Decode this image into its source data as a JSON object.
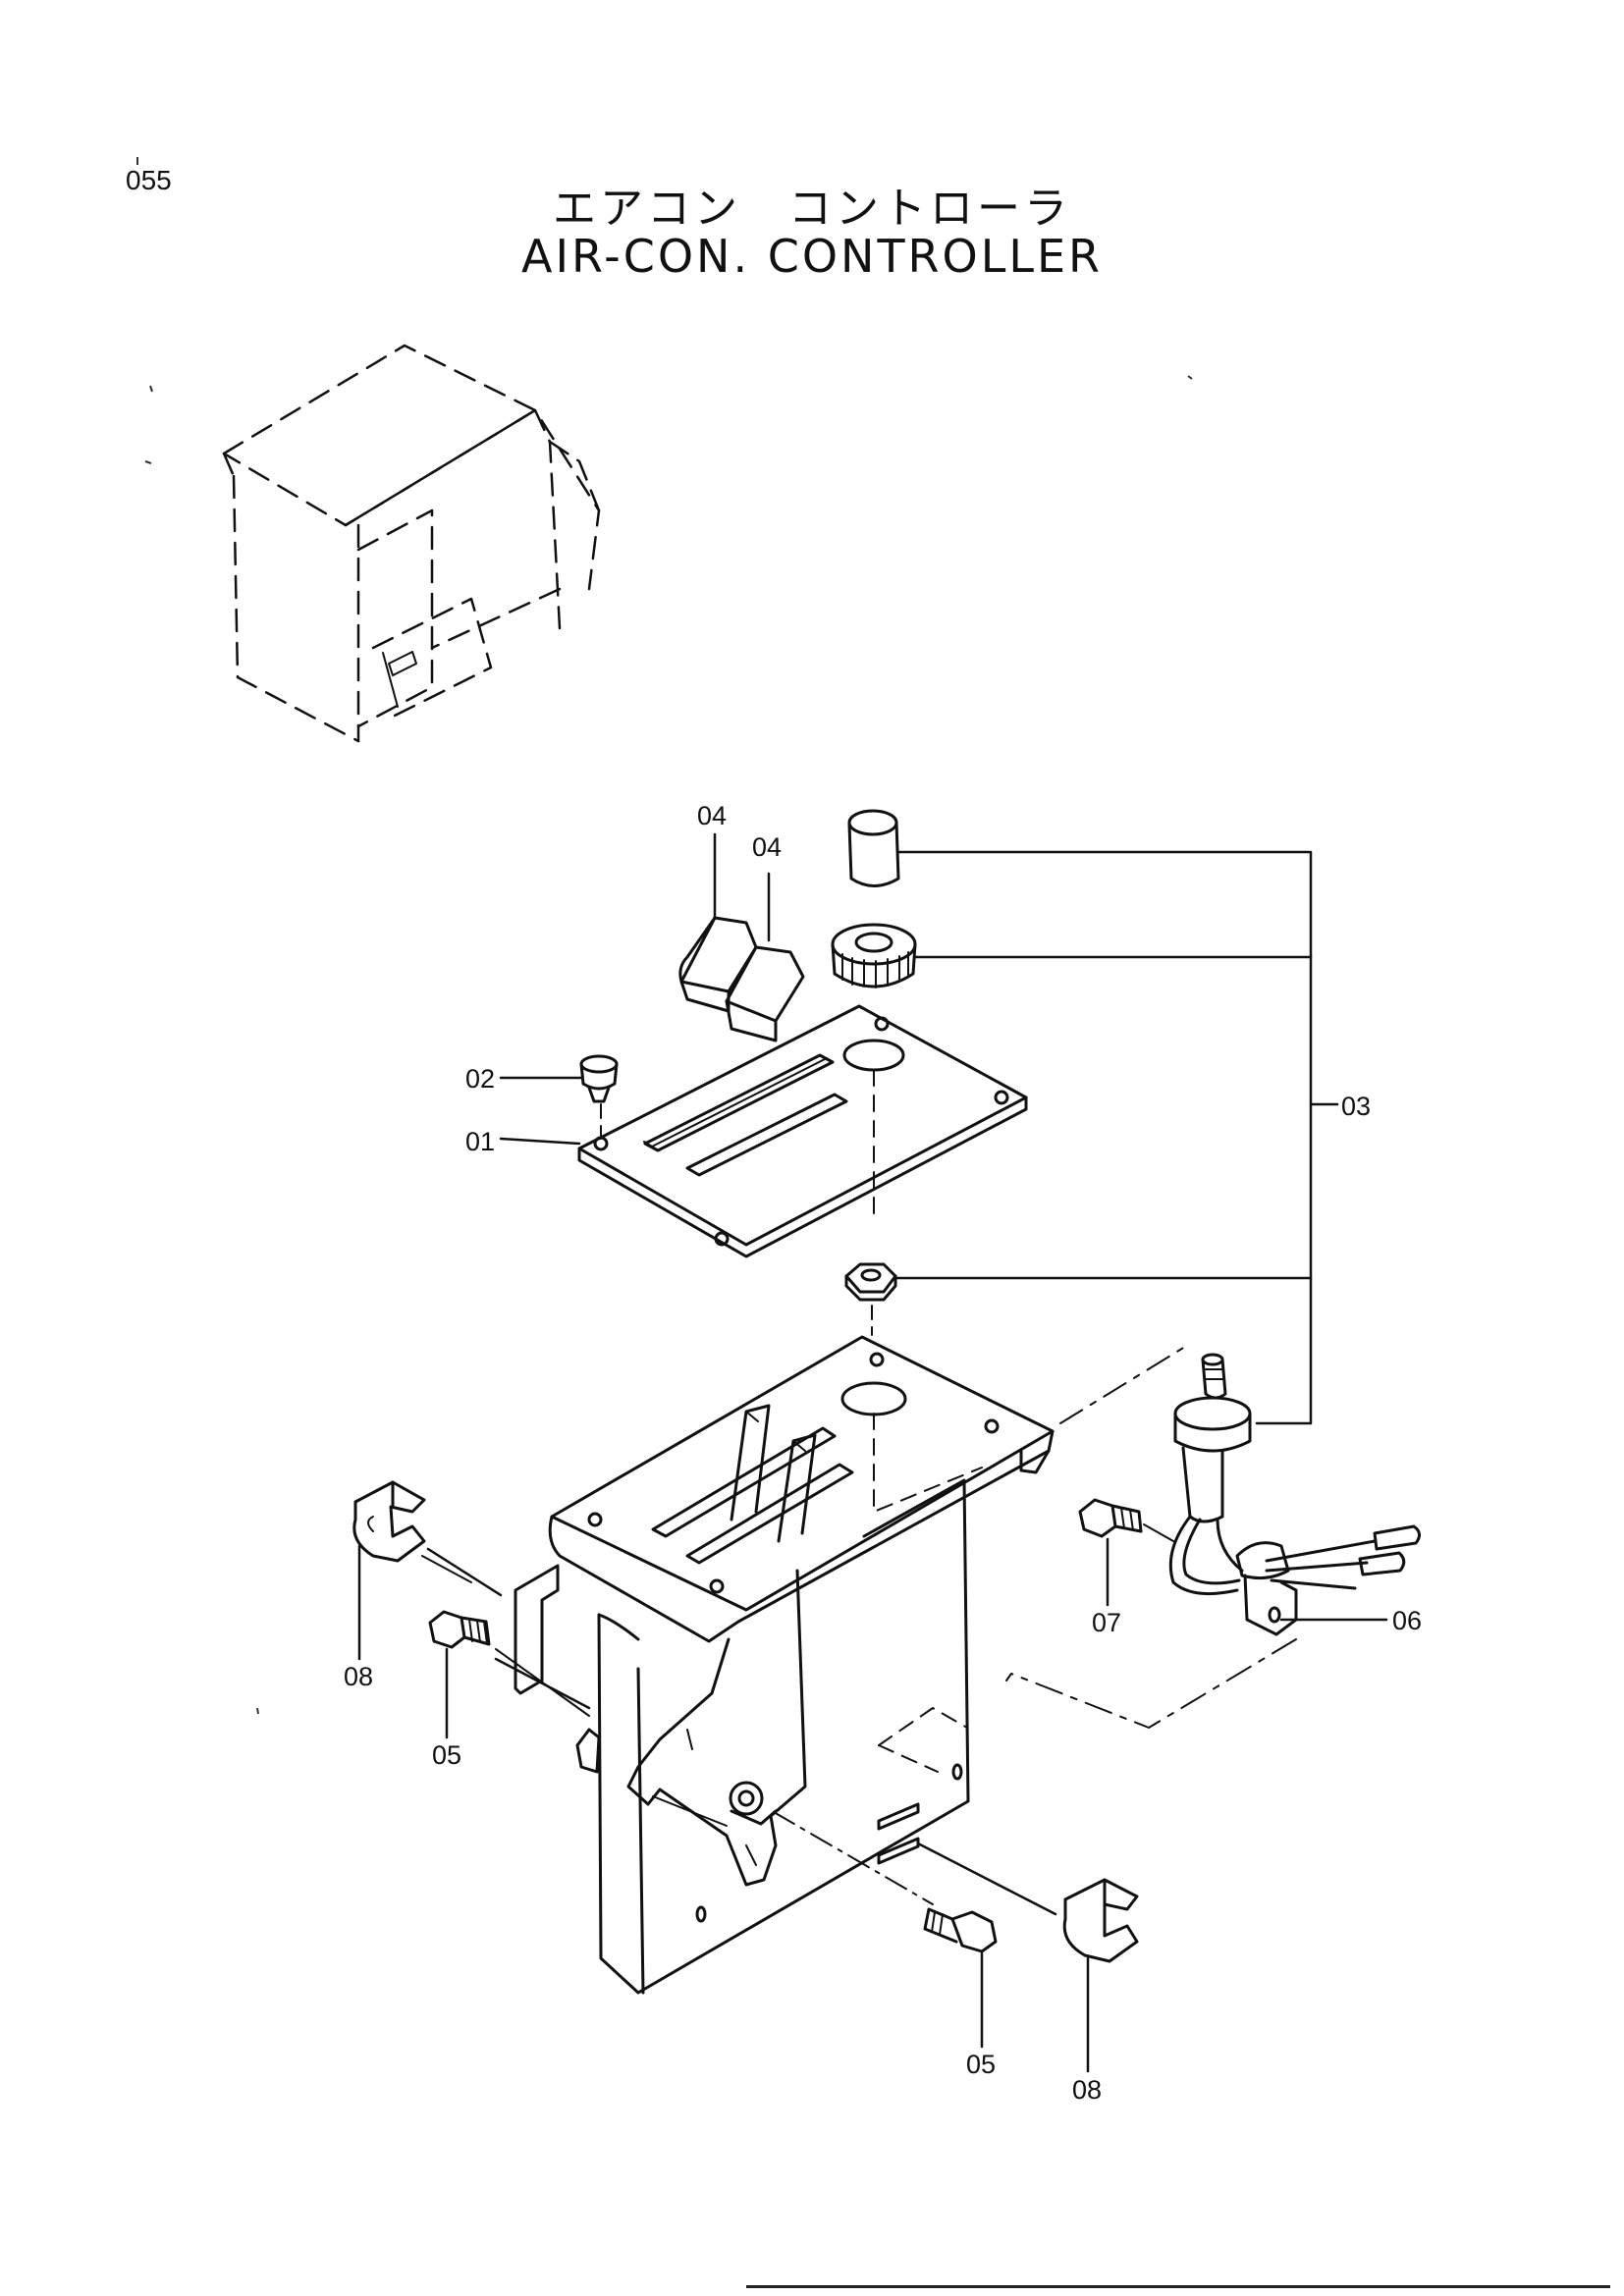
{
  "page_number": "055",
  "title_jp": "エアコン　コントローラ",
  "title_en": "AIR-CON. CONTROLLER",
  "callouts": {
    "c01": "01",
    "c02": "02",
    "c03": "03",
    "c04a": "04",
    "c04b": "04",
    "c05a": "05",
    "c05b": "05",
    "c06": "06",
    "c07": "07",
    "c08a": "08",
    "c08b": "08"
  }
}
